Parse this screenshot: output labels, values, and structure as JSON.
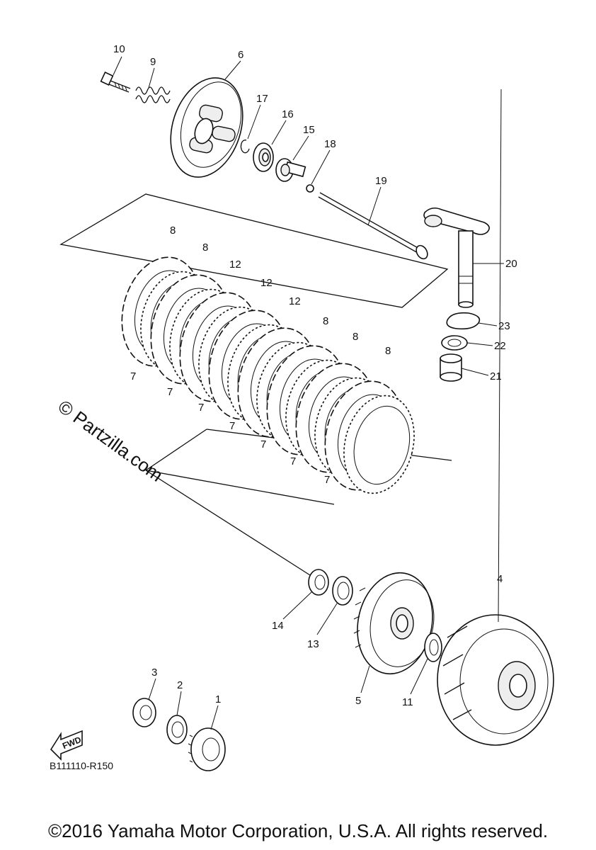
{
  "diagram": {
    "labels": {
      "l1": "1",
      "l2": "2",
      "l3": "3",
      "l4": "4",
      "l5": "5",
      "l6": "6",
      "l7": "7",
      "l8": "8",
      "l9": "9",
      "l10": "10",
      "l11": "11",
      "l12": "12",
      "l13": "13",
      "l14": "14",
      "l15": "15",
      "l16": "16",
      "l17": "17",
      "l18": "18",
      "l19": "19",
      "l20": "20",
      "l21": "21",
      "l22": "22",
      "l23": "23"
    },
    "drawing_code": "B111110-R150",
    "watermark": "© Partzilla.com",
    "fwd": "FWD"
  },
  "footer": {
    "copyright": "©2016 Yamaha Motor Corporation, U.S.A. All rights reserved."
  }
}
